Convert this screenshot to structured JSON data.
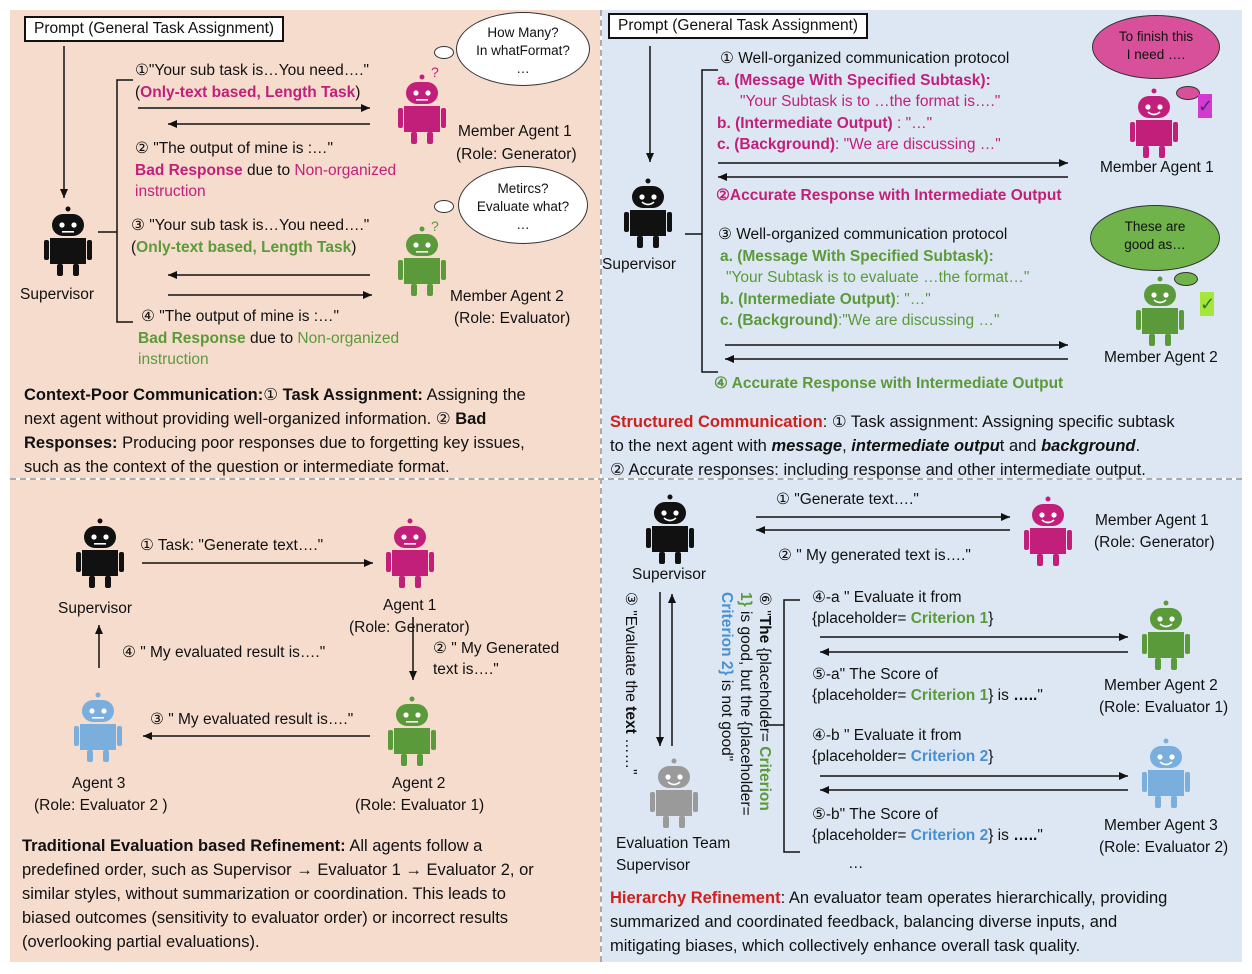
{
  "colors": {
    "magenta": "#c21f7a",
    "green": "#5b9a3a",
    "blue": "#4a90d0",
    "red": "#d0201c",
    "black": "#111111",
    "gray": "#9a9a9a"
  },
  "tl": {
    "prompt": "Prompt (General Task Assignment)",
    "s1_line1": "①\"Your sub task is…You need….\"",
    "s1_line2_open": "(",
    "s1_line2_text": "Only-text based, Length Task",
    "s1_line2_close": ")",
    "s2_line1": "② \"The output of mine is :…\"",
    "s2_bad": "Bad Response",
    "s2_due": " due to ",
    "s2_non": "Non-organized",
    "s2_instr": "instruction",
    "s3_line1": "③ \"Your sub task is…You need….\"",
    "s3_line2_open": "(",
    "s3_line2_text": "Only-text based, Length Task",
    "s3_line2_close": ")",
    "s4_line1": "④ \"The output of mine is :…\"",
    "s4_bad": "Bad Response",
    "s4_due": " due to ",
    "s4_non": "Non-organized",
    "s4_instr": "instruction",
    "supervisor": "Supervisor",
    "agent1_name": "Member Agent 1",
    "agent1_role": "(Role: Generator)",
    "agent2_name": "Member Agent  2",
    "agent2_role": "(Role: Evaluator)",
    "cloud1": [
      "How Many?",
      "In whatFormat?",
      "…"
    ],
    "cloud2": [
      "Metircs?",
      "Evaluate what?",
      "…"
    ],
    "qmark": "?",
    "para_title": "Context-Poor Communication:",
    "para_c1": "① ",
    "para_t1": "Task Assignment:",
    "para_r1": " Assigning the",
    "para_l2": "next agent without providing well-organized information. ② ",
    "para_bad": "Bad",
    "para_l3b": "Responses:",
    "para_l3": " Producing poor responses due to forgetting key issues,",
    "para_l4": "such as the context of the question or intermediate format."
  },
  "tr": {
    "prompt": "Prompt (General Task Assignment)",
    "p1_head": "① Well-organized communication protocol",
    "p1_a": "a.  (Message With Specified Subtask):",
    "p1_a2": "\"Your Subtask is to …the format is….\"",
    "p1_b": "b.  (Intermediate Output)",
    "p1_b2": " : \"…\"",
    "p1_c": "c.   (Background)",
    "p1_c2": ": \"We are discussing …\"",
    "p2": "②Accurate Response with Intermediate Output",
    "p3_head": "③ Well-organized communication protocol",
    "p3_a": "a.  (Message With Specified Subtask):",
    "p3_a2": "\"Your Subtask is to evaluate …the format…\"",
    "p3_b": "b.  (Intermediate Output)",
    "p3_b2": ": \"…\"",
    "p3_c": "c.  (Background)",
    "p3_c2": ":\"We are discussing …\"",
    "p4": "④ Accurate Response with Intermediate Output",
    "supervisor": "Supervisor",
    "agent1": "Member Agent 1",
    "agent2": "Member Agent 2",
    "cloud1": [
      "To finish this",
      "I need …."
    ],
    "cloud2": [
      "These are",
      "good as…"
    ],
    "check": "✓",
    "para_title": "Structured Communication",
    "para_r1": ": ① Task assignment: Assigning specific subtask",
    "para_l2a": "to the next agent with ",
    "para_msg": "message",
    "para_comma": ", ",
    "para_io": "intermediate outpu",
    "para_t": "t and ",
    "para_bg": "background",
    "para_dot": ".",
    "para_l3": "② Accurate responses: including response and other intermediate output."
  },
  "bl": {
    "supervisor": "Supervisor",
    "agent1": "Agent 1",
    "agent1_role": "(Role: Generator)",
    "agent2": "Agent 2",
    "agent2_role": "(Role: Evaluator 1)",
    "agent3": "Agent 3",
    "agent3_role": "(Role: Evaluator 2 )",
    "s1": "① Task:  \"Generate text….\"",
    "s2a": "② \" My Generated",
    "s2b": "text is….\"",
    "s3": "③ \" My evaluated result is….\"",
    "s4": "④ \" My evaluated result is….\"",
    "para_title": "Traditional Evaluation based Refinement:",
    "para_r1": " All agents follow a",
    "para_l2": "predefined order, such as Supervisor → Evaluator 1 → Evaluator 2, or",
    "para_l3": "similar styles, without summarization or coordination. This leads to",
    "para_l4": "biased outcomes (sensitivity to evaluator order) or incorrect results",
    "para_l5": "(overlooking partial evaluations)."
  },
  "br": {
    "supervisor": "Supervisor",
    "eval_sup1": "Evaluation Team",
    "eval_sup2": "Supervisor",
    "agent1": "Member Agent 1",
    "agent1_role": "(Role: Generator)",
    "agent2": "Member Agent 2",
    "agent2_role": "(Role: Evaluator 1)",
    "agent3": "Member Agent 3",
    "agent3_role": "(Role: Evaluator 2)",
    "s1": "① \"Generate text….\"",
    "s2": "② \" My generated text is….\"",
    "s3_pre": "③ \"Evaluate the ",
    "s3_bold": "text",
    "s3_post": " ……\"",
    "s6_pre": "⑥ \"",
    "s6_the": "The",
    "s6_mid": " {placeholder= ",
    "s6_c1": "Criterion",
    "s6_l2_c1": "1}",
    "s6_l2_rest": " is good, but the {placeholder=",
    "s6_l3_c2": "Criterion 2}",
    "s6_l3_rest": " is not good\"",
    "s4a_1": "④-a \" Evaluate it from",
    "s4a_2a": "{placeholder= ",
    "s4a_2b": "Criterion 1",
    "s4a_2c": "}",
    "s5a_1": "⑤-a\" The Score of",
    "s5a_2a": "{placeholder= ",
    "s5a_2b": "Criterion 1",
    "s5a_2c": "} is ",
    "s5a_2d": "…..",
    "s5a_2e": "\"",
    "s4b_1": "④-b \" Evaluate it from",
    "s4b_2a": "{placeholder= ",
    "s4b_2b": "Criterion 2",
    "s4b_2c": "}",
    "s5b_1": "⑤-b\" The Score of",
    "s5b_2a": "{placeholder= ",
    "s5b_2b": "Criterion 2",
    "s5b_2c": "} is ",
    "s5b_2d": "…..",
    "s5b_2e": "\"",
    "ellipsis": "…",
    "para_title": "Hierarchy Refinement",
    "para_r1": ": An evaluator team operates hierarchically, providing",
    "para_l2": "summarized and coordinated feedback, balancing diverse inputs, and",
    "para_l3": "mitigating biases, which collectively enhance overall task quality."
  }
}
